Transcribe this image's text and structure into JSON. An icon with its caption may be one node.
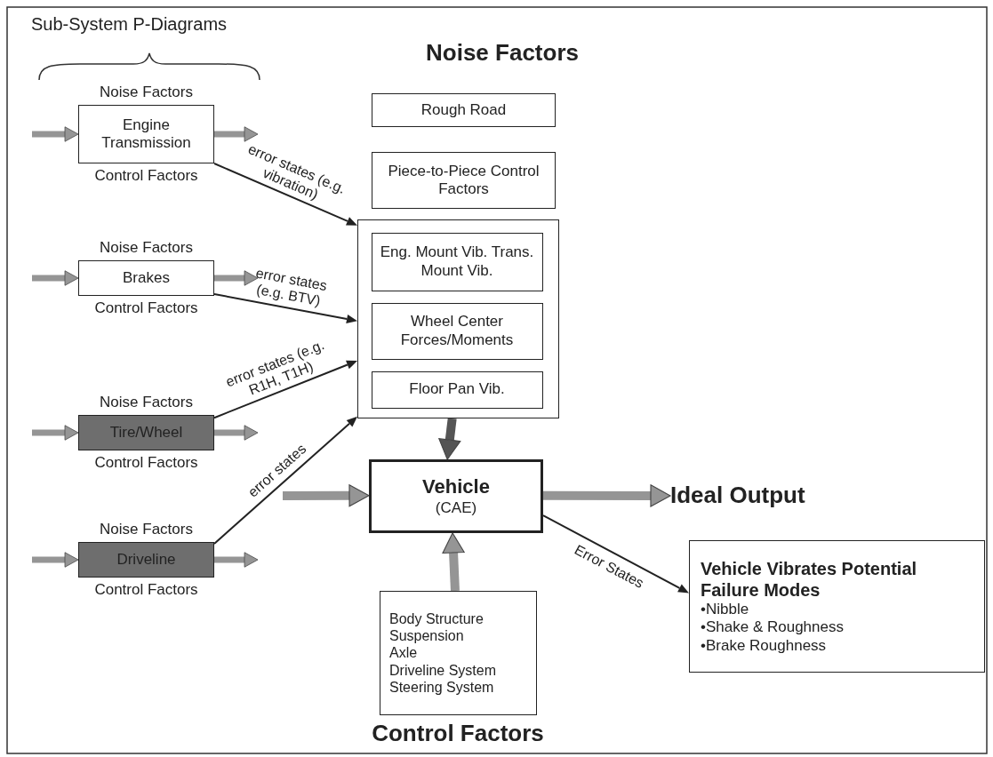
{
  "diagram": {
    "nodes": [
      {
        "text": [
          "Engine Transmission"
        ],
        "beside": [
          "Noise Factors",
          "Control Factors"
        ]
      },
      {
        "text": [
          "Brakes"
        ],
        "beside": [
          "Noise Factors",
          "Control Factors"
        ]
      },
      {
        "text": [
          "Tire/Wheel"
        ],
        "beside": [
          "Noise Factors",
          "Control Factors"
        ]
      },
      {
        "text": [
          "Driveline"
        ],
        "beside": [
          "Noise Factors",
          "Control Factors"
        ]
      },
      {
        "text": [
          "Rough Road"
        ]
      },
      {
        "text": [
          "Piece-to-Piece Control Factors"
        ]
      },
      {
        "text": [],
        "shape": "box"
      },
      {
        "text": [
          "Eng. Mount Vib. Trans. Mount Vib."
        ],
        "in": 6
      },
      {
        "text": [
          "Wheel Center Forces/Moments"
        ],
        "in": 6
      },
      {
        "text": [
          "Floor Pan Vib."
        ],
        "in": 6
      },
      {
        "text": [
          "Vehicle",
          "(CAE)"
        ]
      },
      {
        "text": [
          "Body Structure",
          "Suspension",
          "Axle",
          "Driveline System",
          "Steering System"
        ]
      },
      {
        "text": [
          "Ideal Output"
        ]
      },
      {
        "text": [
          "Vehicle Vibrates Potential Failure Modes",
          "•Nibble",
          "•Shake & Roughness",
          "•Brake Roughness"
        ]
      }
    ],
    "edges": [
      {
        "from": null,
        "to": 0,
        "arrow": "to"
      },
      {
        "from": 0,
        "to": null,
        "arrow": "to"
      },
      {
        "from": null,
        "to": 1,
        "arrow": "to"
      },
      {
        "from": 1,
        "to": null,
        "arrow": "to"
      },
      {
        "from": null,
        "to": 2,
        "arrow": "to"
      },
      {
        "from": 2,
        "to": null,
        "arrow": "to"
      },
      {
        "from": null,
        "to": 3,
        "arrow": "to"
      },
      {
        "from": 3,
        "to": null,
        "arrow": "to"
      },
      {
        "from": 0,
        "to": 6,
        "arrow": "to",
        "label": "error states (e.g. vibration)",
        "color": "#222222"
      },
      {
        "from": 1,
        "to": 6,
        "arrow": "to",
        "label": "error states (e.g. BTV)",
        "color": "#222222"
      },
      {
        "from": 2,
        "to": 6,
        "arrow": "to",
        "label": "error states (e.g. R1H, T1H)",
        "color": "#222222"
      },
      {
        "from": 3,
        "to": 6,
        "arrow": "to",
        "label": "error states",
        "color": "#222222"
      },
      {
        "from": null,
        "to": 10,
        "arrow": "to"
      },
      {
        "from": 6,
        "to": 10,
        "arrow": "to",
        "color": "#555555"
      },
      {
        "from": 11,
        "to": 10,
        "arrow": "to"
      },
      {
        "from": 10,
        "to": 12,
        "arrow": "to"
      },
      {
        "from": 10,
        "to": 13,
        "arrow": "to",
        "label": "Error States",
        "color": "#222222"
      }
    ],
    "labels": [
      "Sub-System P-Diagrams",
      "Noise Factors",
      "Control Factors"
    ]
  }
}
